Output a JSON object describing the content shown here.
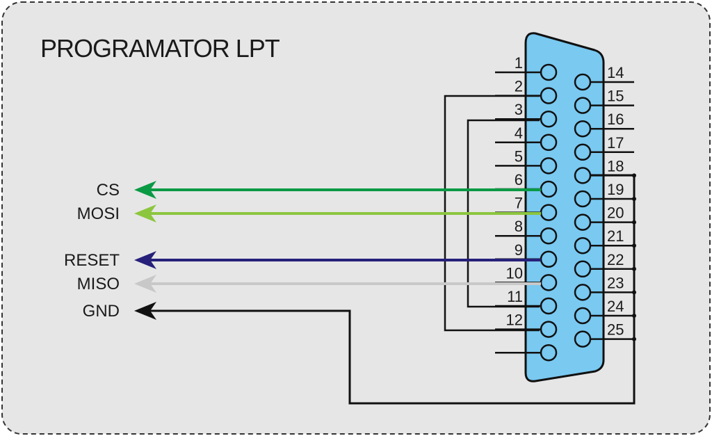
{
  "diagram": {
    "title": "PROGRAMATOR LPT",
    "left_pins": [
      "1",
      "2",
      "3",
      "4",
      "5",
      "6",
      "7",
      "8",
      "9",
      "10",
      "11",
      "12",
      ""
    ],
    "right_pins": [
      "14",
      "15",
      "16",
      "17",
      "18",
      "19",
      "20",
      "21",
      "22",
      "23",
      "24",
      "25"
    ],
    "signals": [
      {
        "label": "CS",
        "pin": "6",
        "color": "#0a9a44"
      },
      {
        "label": "MOSI",
        "pin": "7",
        "color": "#8cc63e"
      },
      {
        "label": "RESET",
        "pin": "9",
        "color": "#26207a"
      },
      {
        "label": "MISO",
        "pin": "10",
        "color": "#c8c8c8"
      },
      {
        "label": "GND",
        "pin": "18-25",
        "color": "#111111"
      }
    ],
    "colors": {
      "background": "#e6e6e6",
      "border": "#333333",
      "connector_fill": "#79c9f1",
      "wire": "#111111"
    }
  }
}
